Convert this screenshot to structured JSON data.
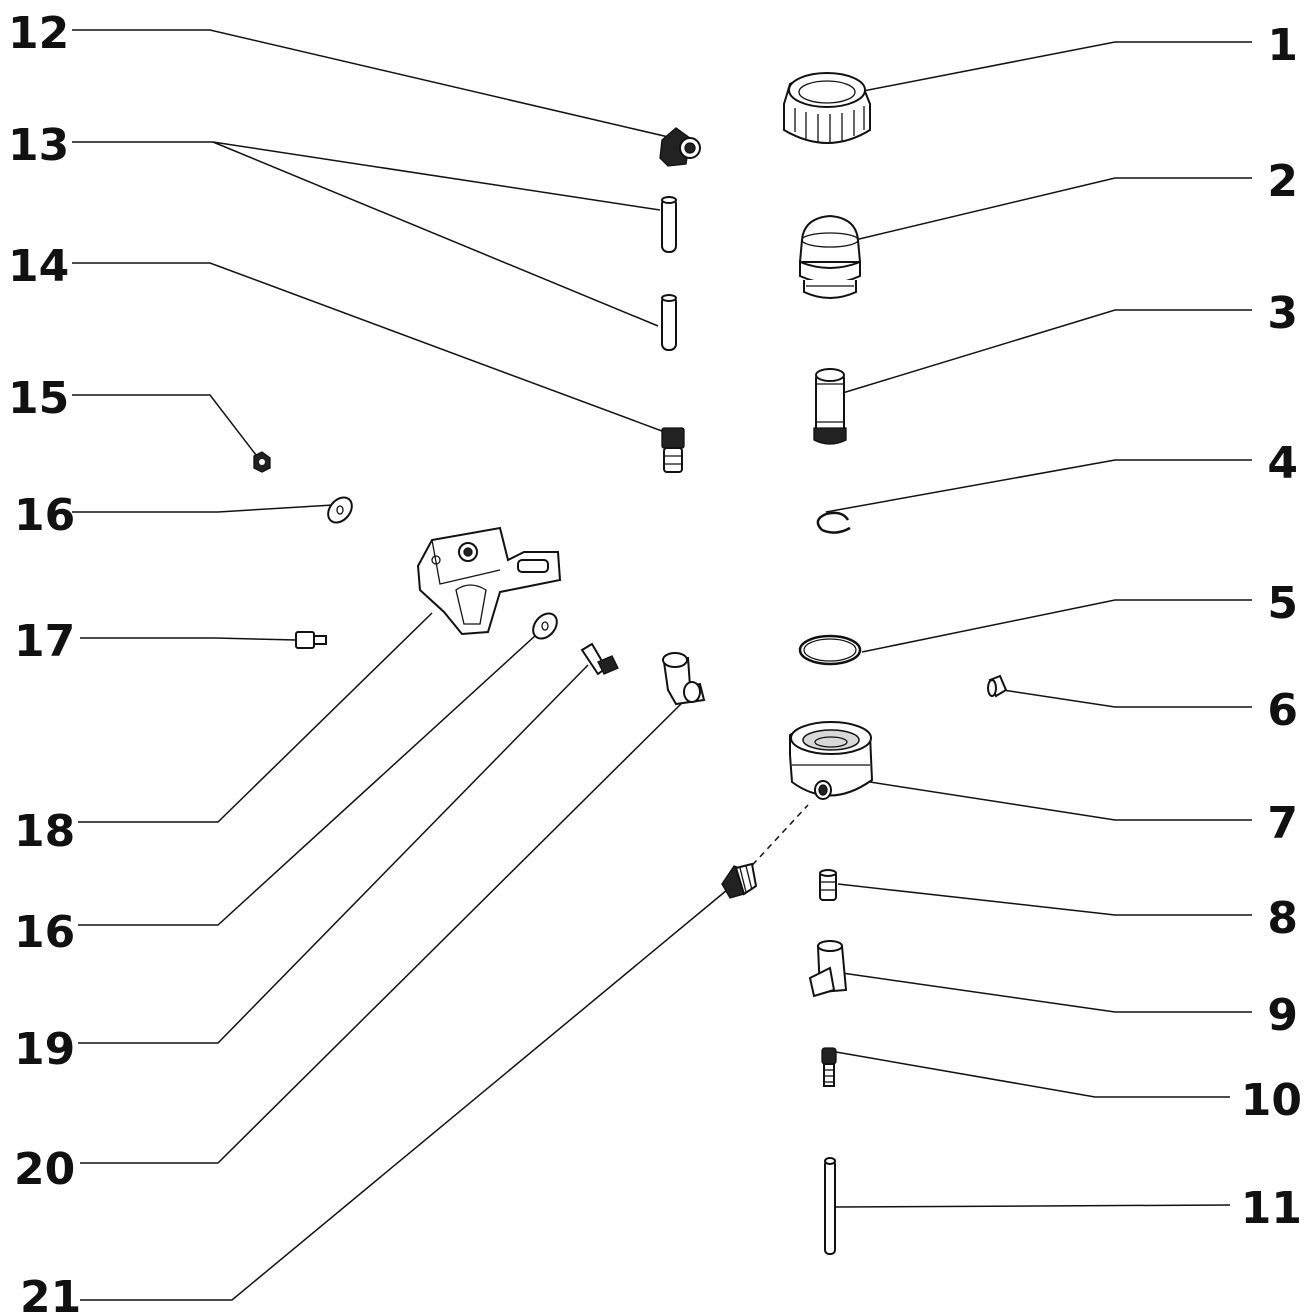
{
  "callouts": {
    "c1": "1",
    "c2": "2",
    "c3": "3",
    "c4": "4",
    "c5": "5",
    "c6": "6",
    "c7": "7",
    "c8": "8",
    "c9": "9",
    "c10": "10",
    "c11": "11",
    "c12": "12",
    "c13": "13",
    "c14": "14",
    "c15": "15",
    "c16a": "16",
    "c17": "17",
    "c18": "18",
    "c16b": "16",
    "c19": "19",
    "c20": "20",
    "c21": "21"
  },
  "colors": {
    "line": "#111111",
    "background": "#ffffff"
  }
}
